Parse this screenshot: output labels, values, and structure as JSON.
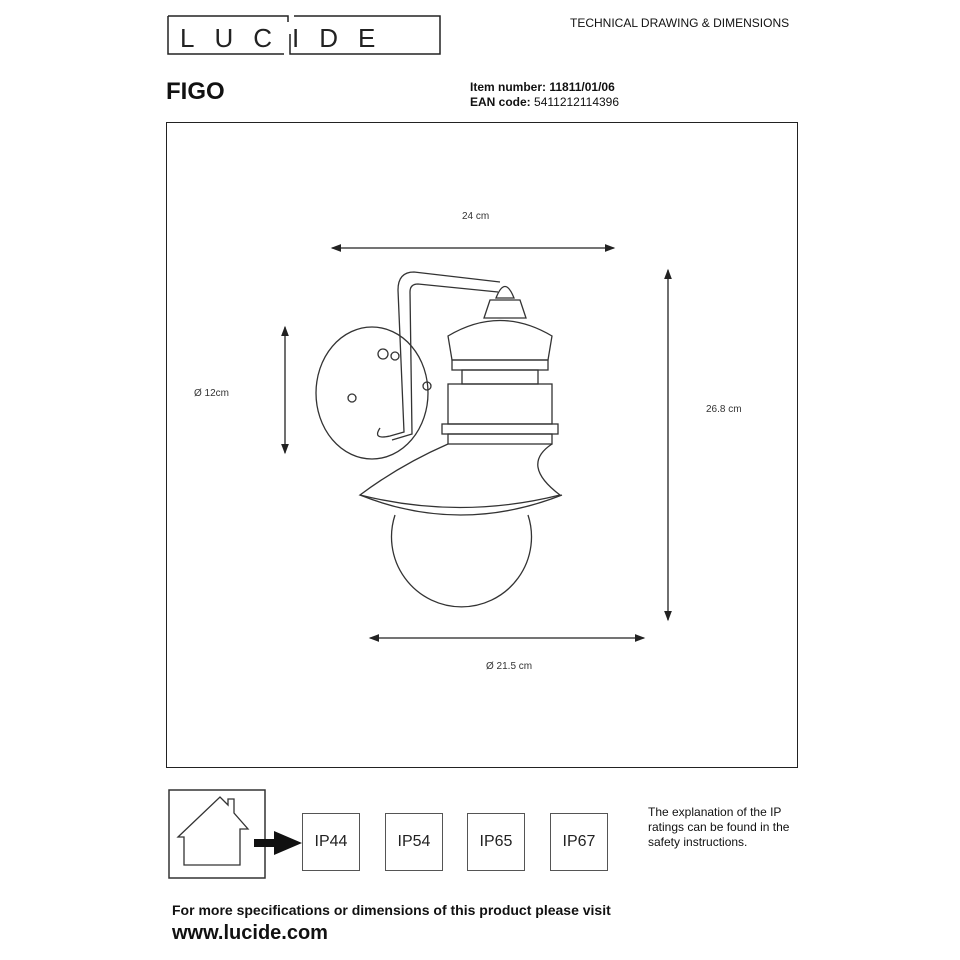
{
  "header": {
    "brand": "LUCIDE",
    "section_title": "TECHNICAL DRAWING & DIMENSIONS"
  },
  "product": {
    "name": "FIGO",
    "item_label": "Item number:",
    "item_number": "11811/01/06",
    "ean_label": "EAN code:",
    "ean": "5411212114396"
  },
  "dimensions": {
    "width": "24 cm",
    "height": "26.8 cm",
    "plate_diameter": "Ø 12cm",
    "shade_diameter": "Ø 21.5 cm"
  },
  "ip_ratings": [
    "IP44",
    "IP54",
    "IP65",
    "IP67"
  ],
  "ip_note": "The explanation of the IP ratings can be found in the safety instructions.",
  "footer": {
    "text": "For more specifications or dimensions of this product please visit",
    "url": "www.lucide.com"
  }
}
